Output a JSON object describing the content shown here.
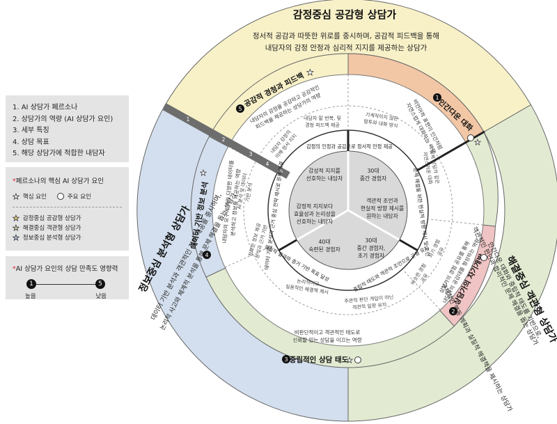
{
  "outer_titles": {
    "top_title": "감정중심 공감형 상담가",
    "top_desc_1": "정서적 공감과 따뜻한 위로를 중시하며, 공감적 피드백을 통해",
    "top_desc_2": "내담자의 감정 안정과 심리적 지지를 제공하는 상담가",
    "left_title": "정보중심 분석형 상담가",
    "left_desc_1": "데이터 기반 분석과 객관적인 정보 제공을 중시하며,",
    "left_desc_2": "논리적 사고와 체계적 분석을 통해 문제 해결을 돕는 상담가",
    "right_title": "해결중심 객관형 상담가",
    "right_desc_1": "인간다운 대화와 중립적 태도를 기반으로,",
    "right_desc_2": "객관적인 판단과 합리적인 문제 해결을 돕는 상담가",
    "right_desc_3": "구체적인 행동 계획과 실질적 해결책을 제시하는 상담가"
  },
  "factors": {
    "f1": {
      "num": "1",
      "label": "인간다운 대화"
    },
    "f2": {
      "num": "2",
      "label": "상담가의 자기개방"
    },
    "f3": {
      "num": "3",
      "label": "중립적인 상담 태도"
    },
    "f4": {
      "num": "4",
      "label": "데이터 기반 정보 분석"
    },
    "f5": {
      "num": "5",
      "label": "공감적 경청과 피드백"
    }
  },
  "feature_texts": {
    "f5_a": "내담자의 감정을 공감하고 공감적인",
    "f5_b": "피드백을 제공하는 상담가의 역량",
    "f1_a": "비언어적 표현이 인간처럼",
    "f1_b": "자연스럽게 대화하는 역량",
    "f2_a": "상담가의 경험 공유를 통해",
    "f2_b": "내담자의 공감대를 형성하는 역량",
    "f3_a": "비판단적이고 객관적인 태도로",
    "f3_b": "신뢰할 있는 상담을 이끄는 역량",
    "f4_a": "내담자의 요구에 따라 다양한 데이터를",
    "f4_b": "분석하고 정보를 제공하는 역량"
  },
  "goal_texts": {
    "g5_a": "내담자 감정의",
    "g5_b": "이해·정서 지지",
    "g5c_a": "내담자 말 반복, 및",
    "g5c_b": "경청 피드백 제공",
    "g1_a": "기계적이지 않은",
    "g1_b": "말투와 대화 방식",
    "g1c_a": "실제 상담가 같은",
    "g1c_b": "자연스러운 대화",
    "g2_a": "자기 경험",
    "g2_b": "공유",
    "g2c_a": "비슷한 경험",
    "g2c_b": "공유",
    "g3_a": "논리적이고",
    "g3_b": "실용적인 해결책 제시",
    "g3c_a": "주관적 판단 개입이 아닌",
    "g3c_b": "객관적 입장 유지",
    "g4_a": "AI 분석 및 데이터",
    "g4_b": "기반 분석",
    "g4c_a": "정확한 정보 제공",
    "g4c_b": "분석과 근거 기반"
  },
  "inner_ring": {
    "top": "감정의 인정과 공감으로 정서적 안정 제공",
    "right": "문제 해결을 위한 현실적 방향 제시 및 조언",
    "bottom_right": "중립적 태도와 객관적 조언으로 균형 유지",
    "bottom_left": "실질적 결과와 증거 기반 목표 달성",
    "left": "데이터 기반 분석과 근거 중심 전략 제시로 문제 해결"
  },
  "center": {
    "c_top_left_1": "감성적 지지를",
    "c_top_left_2": "선호하는 내담자",
    "c_top_right_1": "30대",
    "c_top_right_2": "중간 경험자",
    "c_left_1": "감정적 지지보다",
    "c_left_2": "효율성과 논리성을",
    "c_left_3": "선호하는 내담자",
    "c_right_1": "객관적 조언과",
    "c_right_2": "현실적 방향 제시를",
    "c_right_3": "원하는 내담자",
    "c_bottom_left_1": "40대",
    "c_bottom_left_2": "숙련된 경험자",
    "c_bottom_right_1": "30대",
    "c_bottom_right_2": "중간 경험자,",
    "c_bottom_right_3": "초기 경험자"
  },
  "bar_numbers": [
    "1",
    "2",
    "3",
    "4",
    "5"
  ],
  "legend_list": {
    "item1": "1. AI 상담가 페르소나",
    "item2": "2. 상담가의 역량 (AI 상담가 요인)",
    "item3": "3. 세부 특징",
    "item4": "4. 상담 목표",
    "item5": "5. 해당 상담가에 적합한 내담자"
  },
  "legend_factors": {
    "title_star": "*",
    "title": "페르소나의 핵심 AI 상담가 요인",
    "core": "핵심 요인",
    "main": "주요 요인",
    "type1": "감정중심 공감형 상담가",
    "type2": "해결중심 객관형 상담가",
    "type3": "정보중심 분석형 상담가",
    "type1_color": "#f2e27a",
    "type2_color": "#cde0b6",
    "type3_color": "#b8cde6"
  },
  "legend_scale": {
    "title_star": "*",
    "title": "AI 상담가 요인의 상담 만족도 영향력",
    "left_num": "1",
    "right_num": "5",
    "left_label": "높음",
    "right_label": "낮음"
  },
  "colors": {
    "yellow": "#f8f1c8",
    "green": "#e2ebd2",
    "blue": "#d3dfee",
    "orange": "#f2c7a6",
    "pink": "#f0c4c4",
    "gray": "#666666",
    "center": "#d9d9d9"
  }
}
